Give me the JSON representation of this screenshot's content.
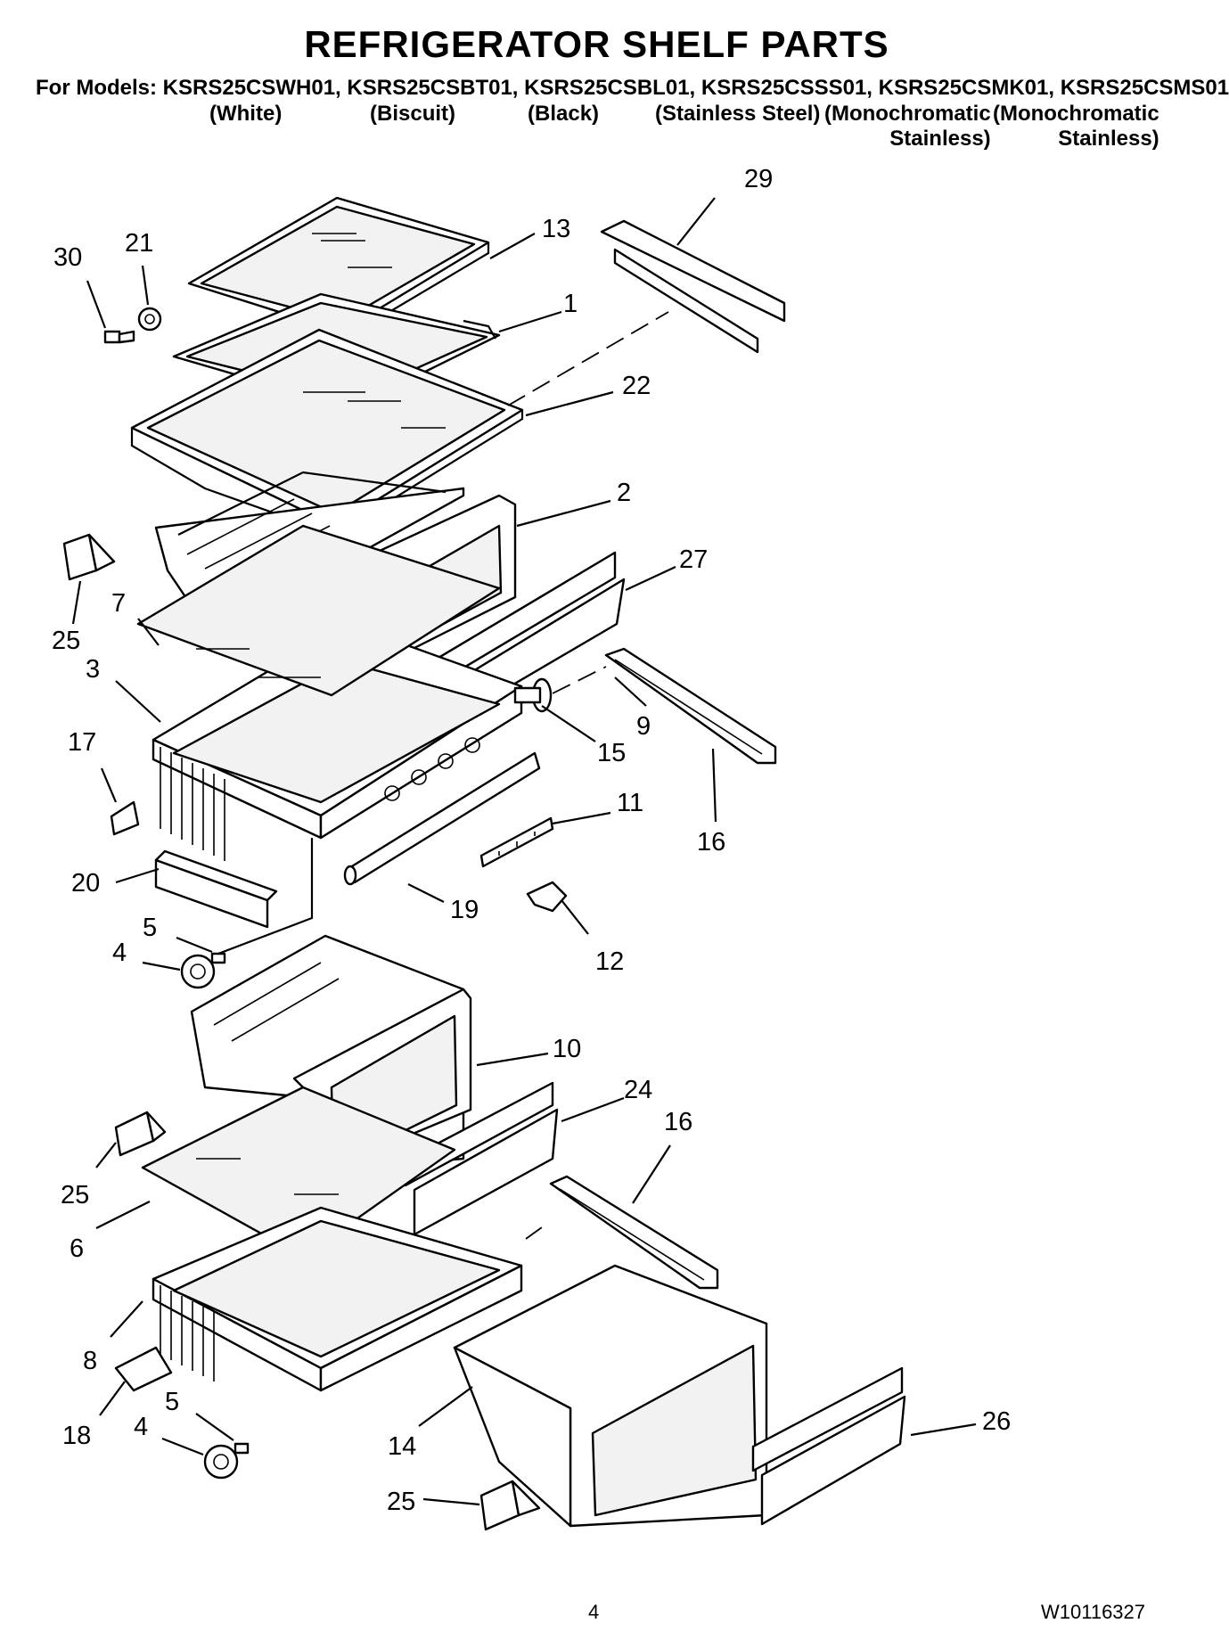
{
  "header": {
    "title": "REFRIGERATOR SHELF PARTS",
    "models_line": "For Models: KSRS25CSWH01, KSRS25CSBT01, KSRS25CSBL01, KSRS25CSSS01, KSRS25CSMK01, KSRS25CSMS01",
    "colors": [
      "(White)",
      "(Biscuit)",
      "(Black)",
      "(Stainless Steel)",
      "(Monochromatic\nStainless)",
      "(Monochromatic\nStainless)"
    ]
  },
  "footer": {
    "page_number": "4",
    "doc_number": "W10116327"
  },
  "callouts": [
    "30",
    "21",
    "13",
    "1",
    "29",
    "22",
    "2",
    "27",
    "25",
    "7",
    "3",
    "17",
    "15",
    "9",
    "16",
    "11",
    "20",
    "19",
    "12",
    "5",
    "4",
    "10",
    "24",
    "16",
    "25",
    "6",
    "8",
    "18",
    "5",
    "4",
    "14",
    "26",
    "25"
  ]
}
